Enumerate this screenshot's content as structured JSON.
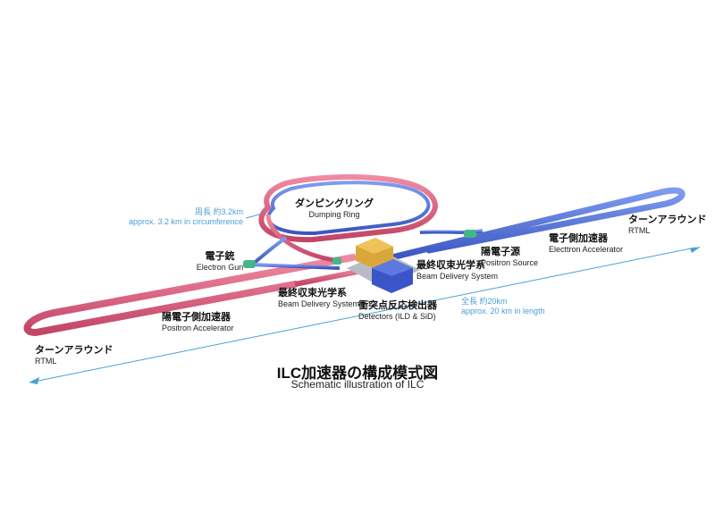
{
  "title": {
    "jp": "ILC加速器の構成模式図",
    "en": "Schematic illustration of ILC"
  },
  "labels": {
    "damping_ring": {
      "jp": "ダンピングリング",
      "en": "Dumping Ring"
    },
    "circumference": {
      "jp": "周長 約3.2km",
      "en": "approx. 3.2 km in circumference"
    },
    "turnaround_right": {
      "jp": "ターンアラウンド",
      "en": "RTML"
    },
    "turnaround_left": {
      "jp": "ターンアラウンド",
      "en": "RTML"
    },
    "electron_accelerator": {
      "jp": "電子側加速器",
      "en": "Electtron Accelerator"
    },
    "positron_source": {
      "jp": "陽電子源",
      "en": "Positron Source"
    },
    "electron_gun": {
      "jp": "電子銃",
      "en": "Electron Gun"
    },
    "bds_right": {
      "jp": "最終収束光学系",
      "en": "Beam Delivery System"
    },
    "bds_left": {
      "jp": "最終収束光学系",
      "en": "Beam Delivery System"
    },
    "detectors": {
      "jp": "衝突点反応検出器",
      "en": "Detectors (ILD & SiD)"
    },
    "positron_accelerator": {
      "jp": "陽電子側加速器",
      "en": "Positron Accelerator"
    },
    "total_length": {
      "jp": "全長 約20km",
      "en": "approx. 20 km in length"
    }
  },
  "colors": {
    "electron_line": "#4f6fd1",
    "positron_line": "#d9607c",
    "detector_blue": "#3a55c8",
    "detector_gold": "#d9a83a",
    "component_green": "#46b58a",
    "dimension_arrow": "#4a9fd6"
  }
}
